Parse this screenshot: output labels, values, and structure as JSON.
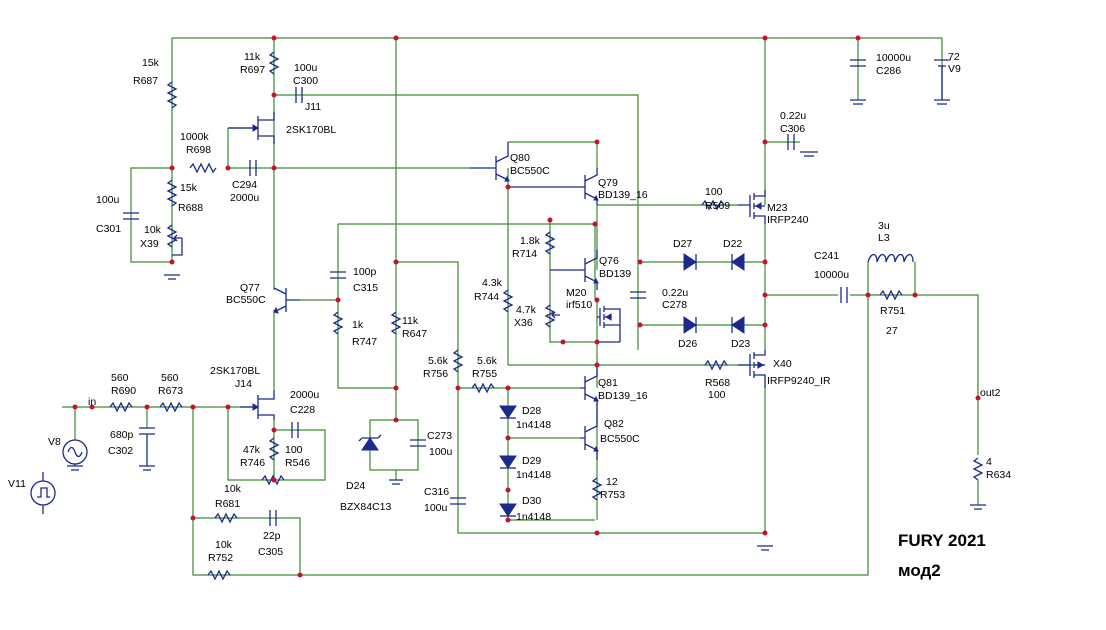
{
  "colors": {
    "wire": "#3c8a2e",
    "component": "#1b2a8c",
    "node": "#c8102e",
    "text": "#000000"
  },
  "title": {
    "line1": "FURY 2021",
    "line2": "мод2"
  },
  "nodes": {
    "in": "in",
    "out": "out2"
  },
  "components": {
    "R687": {
      "ref": "R687",
      "value": "15k"
    },
    "R697": {
      "ref": "R697",
      "value": "11k"
    },
    "C300": {
      "ref": "C300",
      "value": "100u"
    },
    "J11": {
      "ref": "J11",
      "value": "2SK170BL"
    },
    "R698": {
      "ref": "R698",
      "value": "1000k"
    },
    "C294": {
      "ref": "C294",
      "value": "2000u"
    },
    "R688": {
      "ref": "R688",
      "value": "15k"
    },
    "C301": {
      "ref": "C301",
      "value": "100u"
    },
    "X39": {
      "ref": "X39",
      "value": "10k"
    },
    "Q77": {
      "ref": "Q77",
      "value": "BC550C"
    },
    "C315": {
      "ref": "C315",
      "value": "100p"
    },
    "R747": {
      "ref": "R747",
      "value": "1k"
    },
    "R647": {
      "ref": "R647",
      "value": "11k"
    },
    "J14": {
      "ref": "J14",
      "value": "2SK170BL"
    },
    "C228": {
      "ref": "C228",
      "value": "2000u"
    },
    "R746": {
      "ref": "R746",
      "value": "47k"
    },
    "R546": {
      "ref": "R546",
      "value": "100"
    },
    "R690": {
      "ref": "R690",
      "value": "560"
    },
    "R673": {
      "ref": "R673",
      "value": "560"
    },
    "C302": {
      "ref": "C302",
      "value": "680p"
    },
    "V8": {
      "ref": "V8",
      "value": ""
    },
    "V11": {
      "ref": "V11",
      "value": ""
    },
    "R681": {
      "ref": "R681",
      "value": "10k"
    },
    "C305": {
      "ref": "C305",
      "value": "22p"
    },
    "R752": {
      "ref": "R752",
      "value": "10k"
    },
    "D24": {
      "ref": "D24",
      "value": "BZX84C13"
    },
    "C273": {
      "ref": "C273",
      "value": "100u"
    },
    "C316": {
      "ref": "C316",
      "value": "100u"
    },
    "R756": {
      "ref": "R756",
      "value": "5.6k"
    },
    "R755": {
      "ref": "R755",
      "value": "5.6k"
    },
    "D28": {
      "ref": "D28",
      "value": "1n4148"
    },
    "D29": {
      "ref": "D29",
      "value": "1n4148"
    },
    "D30": {
      "ref": "D30",
      "value": "1n4148"
    },
    "Q80": {
      "ref": "Q80",
      "value": "BC550C"
    },
    "Q79": {
      "ref": "Q79",
      "value": "BD139_16"
    },
    "R714": {
      "ref": "R714",
      "value": "1.8k"
    },
    "Q76": {
      "ref": "Q76",
      "value": "BD139"
    },
    "R744": {
      "ref": "R744",
      "value": "4.3k"
    },
    "X36": {
      "ref": "X36",
      "value": "4.7k"
    },
    "M20": {
      "ref": "M20",
      "value": "irf510"
    },
    "C278": {
      "ref": "C278",
      "value": "0.22u"
    },
    "Q81": {
      "ref": "Q81",
      "value": "BD139_16"
    },
    "Q82": {
      "ref": "Q82",
      "value": "BC550C"
    },
    "R753": {
      "ref": "R753",
      "value": "12"
    },
    "R569": {
      "ref": "R569",
      "value": "100"
    },
    "M23": {
      "ref": "M23",
      "value": "IRFP240"
    },
    "R568": {
      "ref": "R568",
      "value": "100"
    },
    "X40": {
      "ref": "X40",
      "value": "IRFP9240_IR"
    },
    "D27": {
      "ref": "D27",
      "value": ""
    },
    "D22": {
      "ref": "D22",
      "value": ""
    },
    "D26": {
      "ref": "D26",
      "value": ""
    },
    "D23": {
      "ref": "D23",
      "value": ""
    },
    "C306": {
      "ref": "C306",
      "value": "0.22u"
    },
    "C286": {
      "ref": "C286",
      "value": "10000u"
    },
    "V9": {
      "ref": "V9",
      "value": "72"
    },
    "C241": {
      "ref": "C241",
      "value": "10000u"
    },
    "L3": {
      "ref": "L3",
      "value": "3u"
    },
    "R751": {
      "ref": "R751",
      "value": "27"
    },
    "R634": {
      "ref": "R634",
      "value": "4"
    }
  }
}
